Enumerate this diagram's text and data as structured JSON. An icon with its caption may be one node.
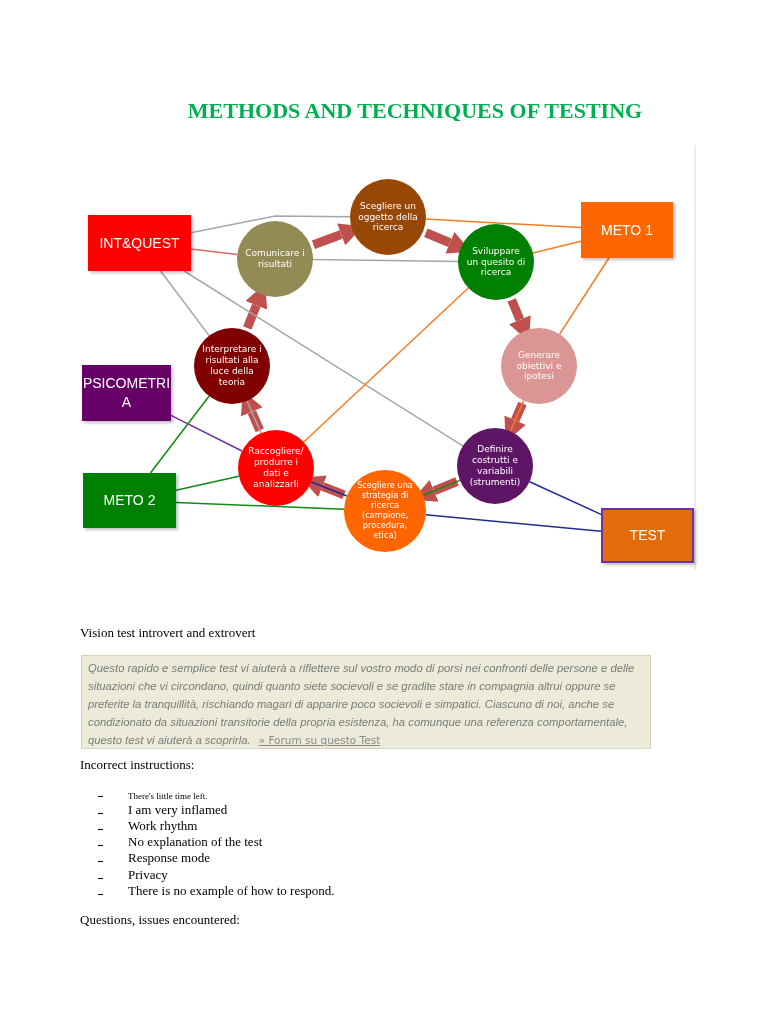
{
  "diagram": {
    "title": "METHODS AND TECHNIQUES OF TESTING",
    "nodes": [
      {
        "text": [
          "INT&QUEST"
        ]
      },
      {
        "text": [
          "METO 1"
        ]
      },
      {
        "text": [
          "PSICOMETRIA"
        ]
      },
      {
        "text": [
          "METO 2"
        ]
      },
      {
        "text": [
          "TEST"
        ]
      },
      {
        "text": [
          "Scegliere un oggetto della ricerca"
        ]
      },
      {
        "text": [
          "Sviluppare un quesito di ricerca"
        ]
      },
      {
        "text": [
          "Generare obiettivi e ipotesi"
        ]
      },
      {
        "text": [
          "Definire costrutti e variabili (strumenti)"
        ]
      },
      {
        "text": [
          "Scegliere una strategia di ricerca (campione, procedura, etica)"
        ]
      },
      {
        "text": [
          "Raccogliere/ produrre i dati e analizzarli"
        ]
      },
      {
        "text": [
          "Interpretare i risultati alla luce della teoria"
        ]
      },
      {
        "text": [
          "Comunicare i risultati"
        ]
      }
    ],
    "edges": [
      {
        "from": 5,
        "to": 6,
        "arrow": "to",
        "style": "thick"
      },
      {
        "from": 6,
        "to": 7,
        "arrow": "to",
        "style": "thick"
      },
      {
        "from": 7,
        "to": 8,
        "arrow": "to",
        "style": "thick"
      },
      {
        "from": 8,
        "to": 9,
        "arrow": "to",
        "style": "thick"
      },
      {
        "from": 9,
        "to": 10,
        "arrow": "to",
        "style": "thick"
      },
      {
        "from": 10,
        "to": 11,
        "arrow": "to",
        "style": "thick"
      },
      {
        "from": 11,
        "to": 12,
        "arrow": "to",
        "style": "thick"
      },
      {
        "from": 12,
        "to": 5,
        "arrow": "to",
        "style": "thick"
      },
      {
        "from": 0,
        "to": 5,
        "arrow": "none",
        "color": "#a6a6a6"
      },
      {
        "from": 0,
        "to": 12,
        "arrow": "none",
        "color": "#e06666"
      },
      {
        "from": 0,
        "to": 11,
        "arrow": "none",
        "color": "#a6a6a6"
      },
      {
        "from": 0,
        "to": 8,
        "arrow": "none",
        "color": "#a6a6a6"
      },
      {
        "from": 12,
        "to": 6,
        "arrow": "none",
        "color": "#a6a6a6"
      },
      {
        "from": 11,
        "to": 10,
        "arrow": "none",
        "color": "#a6a6a6"
      },
      {
        "from": 5,
        "to": 1,
        "arrow": "none",
        "color": "#f47c20"
      },
      {
        "from": 6,
        "to": 1,
        "arrow": "none",
        "color": "#f47c20"
      },
      {
        "from": 10,
        "to": 6,
        "arrow": "none",
        "color": "#f47c20"
      },
      {
        "from": 1,
        "to": 7,
        "arrow": "none",
        "color": "#f47c20"
      },
      {
        "from": 7,
        "to": 8,
        "arrow": "none",
        "color": "#f47c20"
      },
      {
        "from": 2,
        "to": 10,
        "arrow": "none",
        "color": "#7030a0"
      },
      {
        "from": 3,
        "to": 11,
        "arrow": "none",
        "color": "#138a13"
      },
      {
        "from": 3,
        "to": 10,
        "arrow": "none",
        "color": "#138a13"
      },
      {
        "from": 3,
        "to": 9,
        "arrow": "none",
        "color": "#138a13"
      },
      {
        "from": 9,
        "to": 8,
        "arrow": "none",
        "color": "#138a13"
      },
      {
        "from": 10,
        "to": 9,
        "arrow": "none",
        "color": "#1f2d8f"
      },
      {
        "from": 9,
        "to": 4,
        "arrow": "none",
        "color": "#1f2d8f"
      },
      {
        "from": 8,
        "to": 4,
        "arrow": "none",
        "color": "#1f2d8f"
      }
    ],
    "labels": [
      "Vision test introvert and extrovert",
      "Questo rapido e semplice test vi aiuterà a riflettere sul vostro modo di porsi nei confronti delle persone e delle situazioni che vi circondano, quindi quanto siete socievoli e se gradite stare in compagnia altrui oppure se preferite la tranquillità, rischiando magari di apparire poco socievoli e simpatici. Ciascuno di noi, anche se condizionato da situazioni transitorie della propria esistenza, ha comunque una referenza comportamentale, questo test vi aiuterà a scoprirla.",
      "» Forum su questo Test",
      "Incorrect instructions:",
      "There's little time left.",
      "I am very inflamed",
      "Work rhythm",
      "No explanation of the test",
      "Response mode",
      "Privacy",
      "There is no example of how to respond.",
      "Questions, issues encountered:"
    ]
  }
}
